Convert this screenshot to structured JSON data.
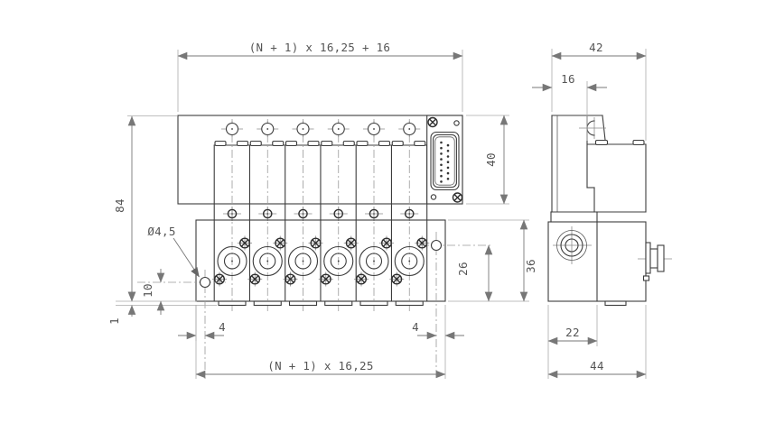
{
  "drawing": {
    "type": "valve-terminal-dimensional-drawing",
    "colors": {
      "background": "#ffffff",
      "outline": "#3c3c3c",
      "dimension_lines": "#777777",
      "centerlines": "#9a9a9a",
      "dimension_text": "#555555"
    },
    "dims": {
      "front": {
        "overall_width": "(N + 1) x 16,25 + 16",
        "mounting_pitch": "(N + 1) x 16,25",
        "overall_height": "84",
        "rail_height": "40",
        "base_height": "36",
        "right_hole_height": "26",
        "mounting_hole_dia": "Ø4,5",
        "left_hole_offset": "10",
        "foot_height": "1",
        "hole_edge_left": "4",
        "hole_edge_right": "4"
      },
      "side": {
        "overall_width": "42",
        "rail_width": "16",
        "port_offset": "22",
        "base_width": "44"
      }
    }
  }
}
